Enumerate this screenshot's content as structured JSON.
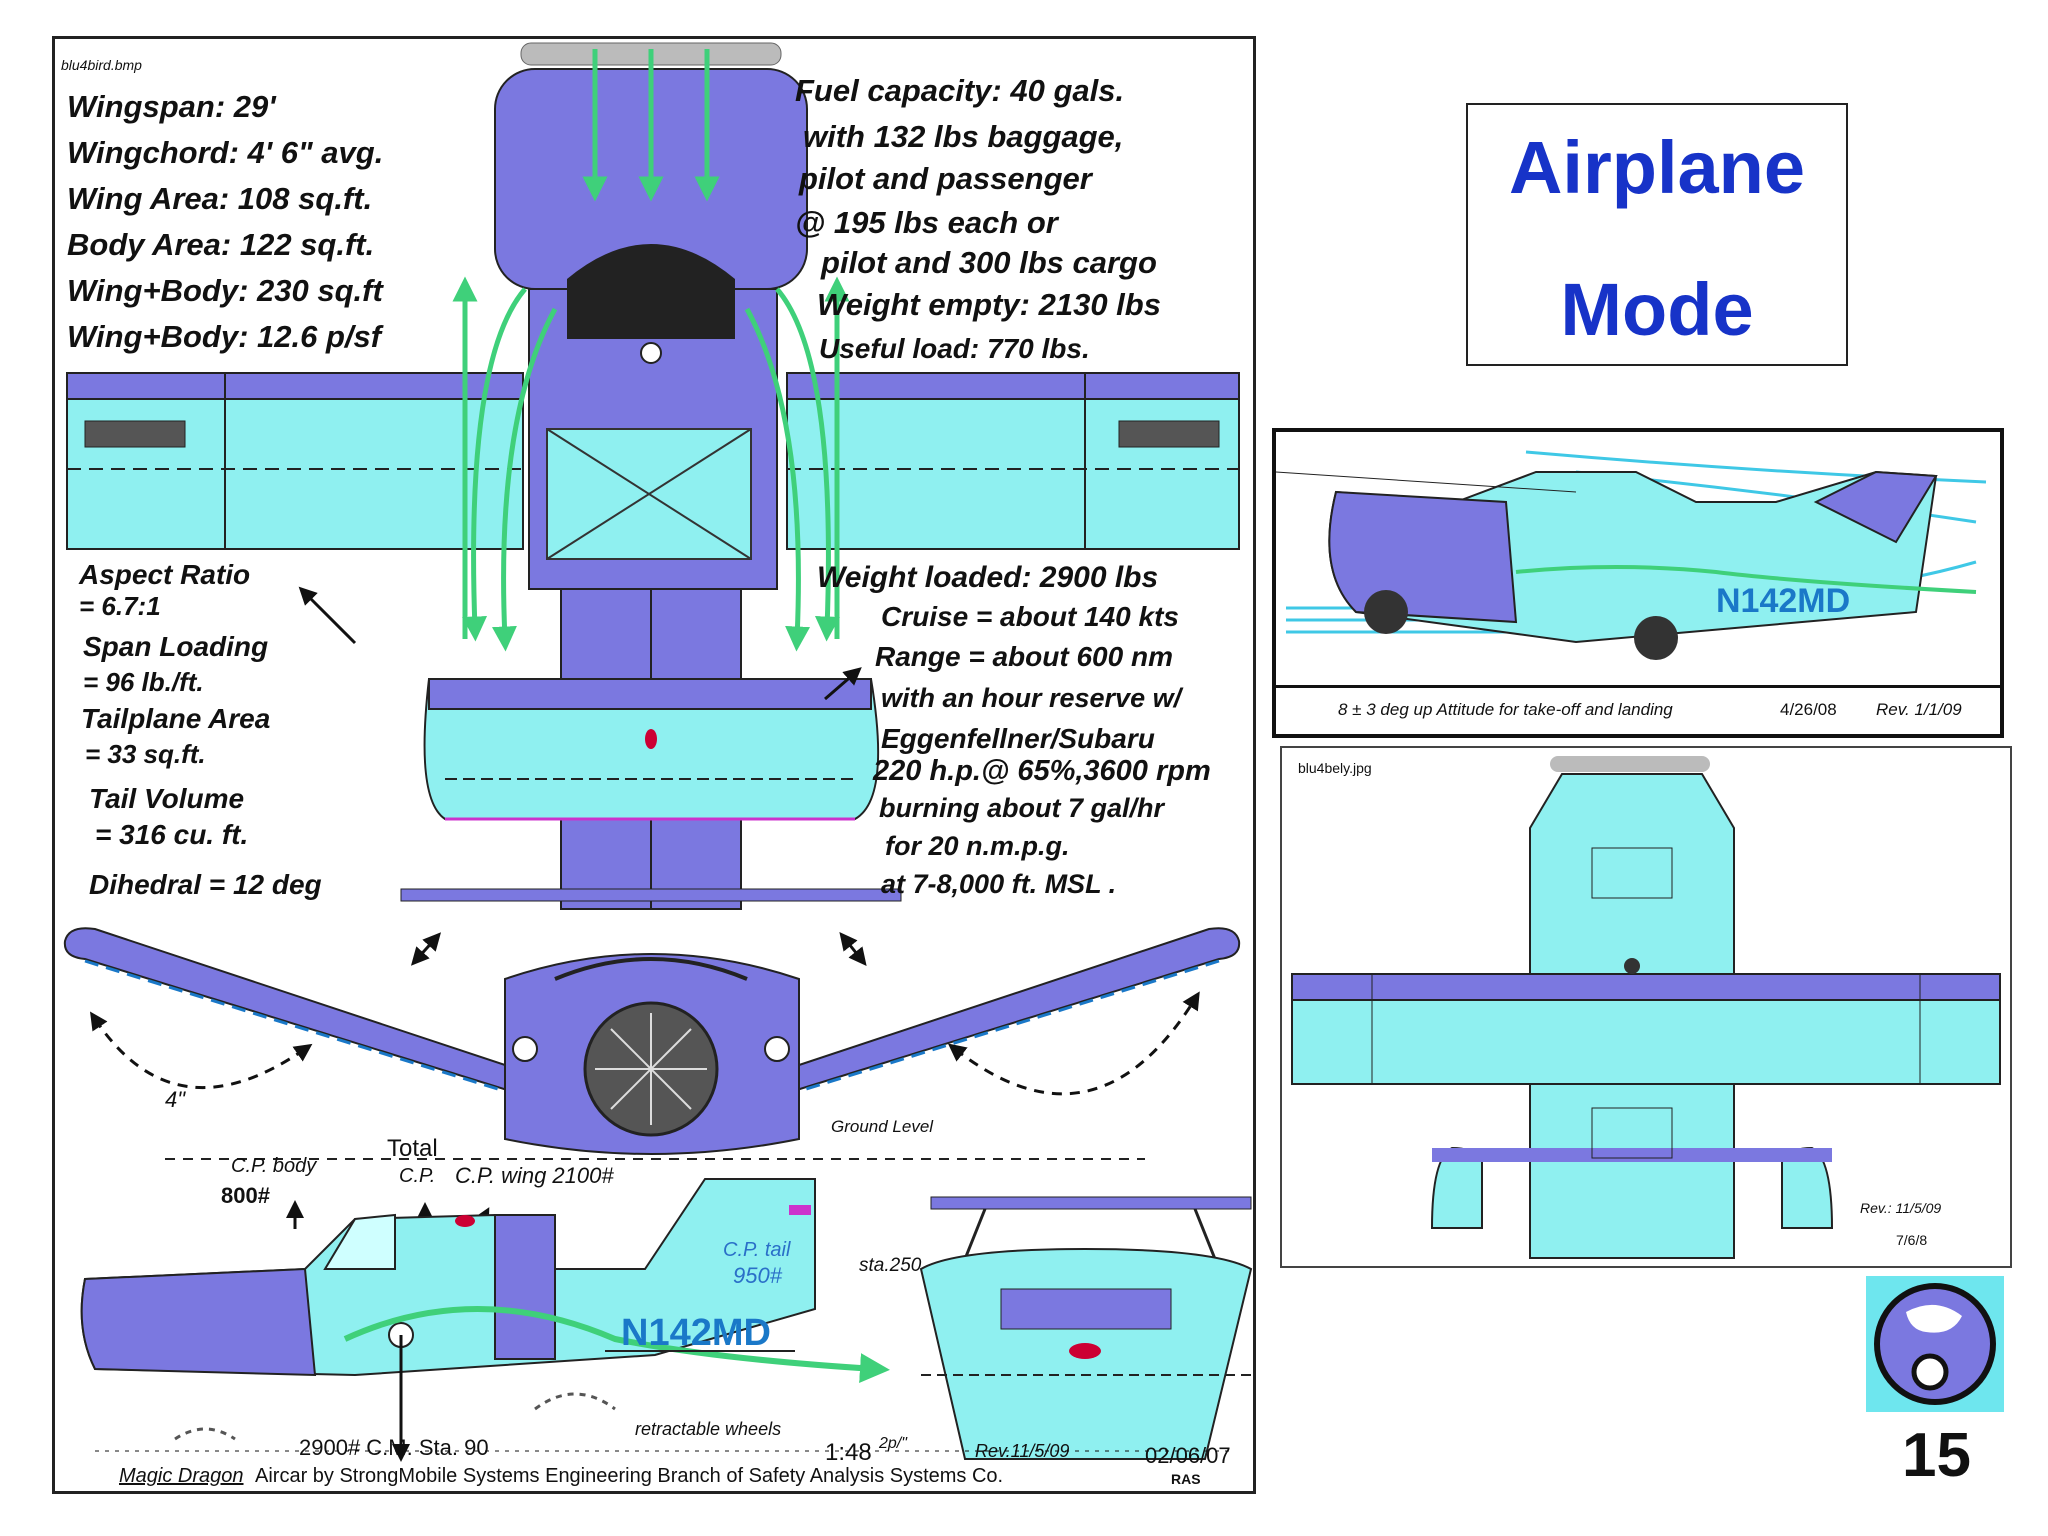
{
  "main": {
    "filename": "blu4bird.bmp",
    "tail_plate": "N142MD",
    "specs": {
      "wingspan": "Wingspan: 29'",
      "wingchord": "Wingchord: 4' 6\" avg.",
      "wing_area": "Wing Area: 108  sq.ft.",
      "body_area": "Body Area: 122  sq.ft.",
      "wing_body_area": "Wing+Body: 230 sq.ft",
      "wing_body_loading": "Wing+Body:  12.6 p/sf"
    },
    "fuel": {
      "line1": "Fuel capacity: 40 gals.",
      "line2": "with 132 lbs baggage,",
      "line3": "pilot and passenger",
      "line4": "@ 195 lbs each or",
      "line5": "pilot and  300 lbs cargo",
      "line6": "Weight empty: 2130 lbs",
      "line7": "Useful load: 770 lbs."
    },
    "ratios": {
      "aspect1": "Aspect Ratio",
      "aspect2": "= 6.7:1",
      "span1": "Span Loading",
      "span2": "= 96 lb./ft.",
      "tail1": "Tailplane  Area",
      "tail2": "= 33 sq.ft.",
      "vol1": "Tail Volume",
      "vol2": "= 316 cu. ft.",
      "dihedral": "Dihedral = 12 deg"
    },
    "perf": {
      "line1": "Weight loaded: 2900 lbs",
      "line2": "Cruise = about 140 kts",
      "line3": "Range = about 600 nm",
      "line4": "with an hour reserve  w/",
      "line5": "Eggenfellner/Subaru",
      "line6": "220 h.p.@ 65%,3600 rpm",
      "line7": "burning about  7 gal/hr",
      "line8": "for 20 n.m.p.g.",
      "line9": "at 7-8,000 ft. MSL ."
    },
    "annotations": {
      "four_inch": "4\"",
      "ground_level": "Ground Level",
      "total": "Total",
      "cp_total": "C.P.",
      "cp_wing": "C.P. wing 2100#",
      "cp_body": "C.P.  body",
      "cp_body_value": "800#",
      "cp_tail": "C.P. tail",
      "cp_tail_value": "950#",
      "station_250": "sta.250",
      "cm": "2900# C.M.  Sta. 90",
      "retractable": "retractable wheels",
      "scale": "1:48",
      "scale_b": "2p/\"",
      "rev": "Rev.11/5/09",
      "date": "02/06/07",
      "initials": "RAS"
    },
    "footer": {
      "magic_dragon": "Magic Dragon",
      "credit": " Aircar by StrongMobile Systems Engineering Branch of Safety Analysis Systems Co."
    }
  },
  "label": {
    "line1": "Airplane",
    "line2": "Mode"
  },
  "side_view": {
    "plate": "N142MD",
    "attitude": "8 ± 3 deg up  Attitude for take-off and landing",
    "date": "4/26/08",
    "rev": "Rev. 1/1/09"
  },
  "bottom_view": {
    "filename": "blu4bely.jpg",
    "rev": "Rev.: 11/5/09",
    "date": "7/6/8"
  },
  "page_number": "15",
  "colors": {
    "body_purple": "#7b78e0",
    "body_light": "#8ff0f0",
    "airflow_green": "#3fd07a",
    "title_blue": "#1733c8",
    "logo_cyan": "#6ee6ee"
  }
}
